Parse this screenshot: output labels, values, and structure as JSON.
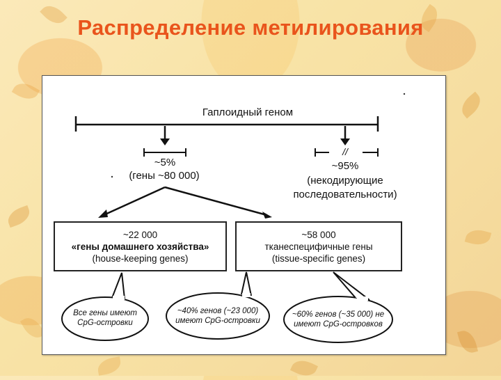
{
  "title": "Распределение метилирования",
  "diagram": {
    "genome_label": "Гаплоидный геном",
    "left_branch": {
      "percent": "~5%",
      "subtitle": "(гены ~80 000)"
    },
    "right_branch": {
      "mark": "//",
      "percent": "~95%",
      "line1": "(некодирующие",
      "line2": "последовательности)"
    },
    "box_left": {
      "count": "~22 000",
      "line1": "«гены домашнего хозяйства»",
      "line2": "(house-keeping genes)"
    },
    "box_right": {
      "count": "~58 000",
      "line1": "тканеспецифичные гены",
      "line2": "(tissue-specific genes)"
    },
    "bubbles": [
      {
        "line1": "Все гены имеют",
        "line2": "CpG-островки"
      },
      {
        "line1": "~40% генов (~23 000)",
        "line2": "имеют CpG-островки"
      },
      {
        "line1": "~60% генов (~35 000)  не",
        "line2": "имеют CpG-островков"
      }
    ]
  }
}
